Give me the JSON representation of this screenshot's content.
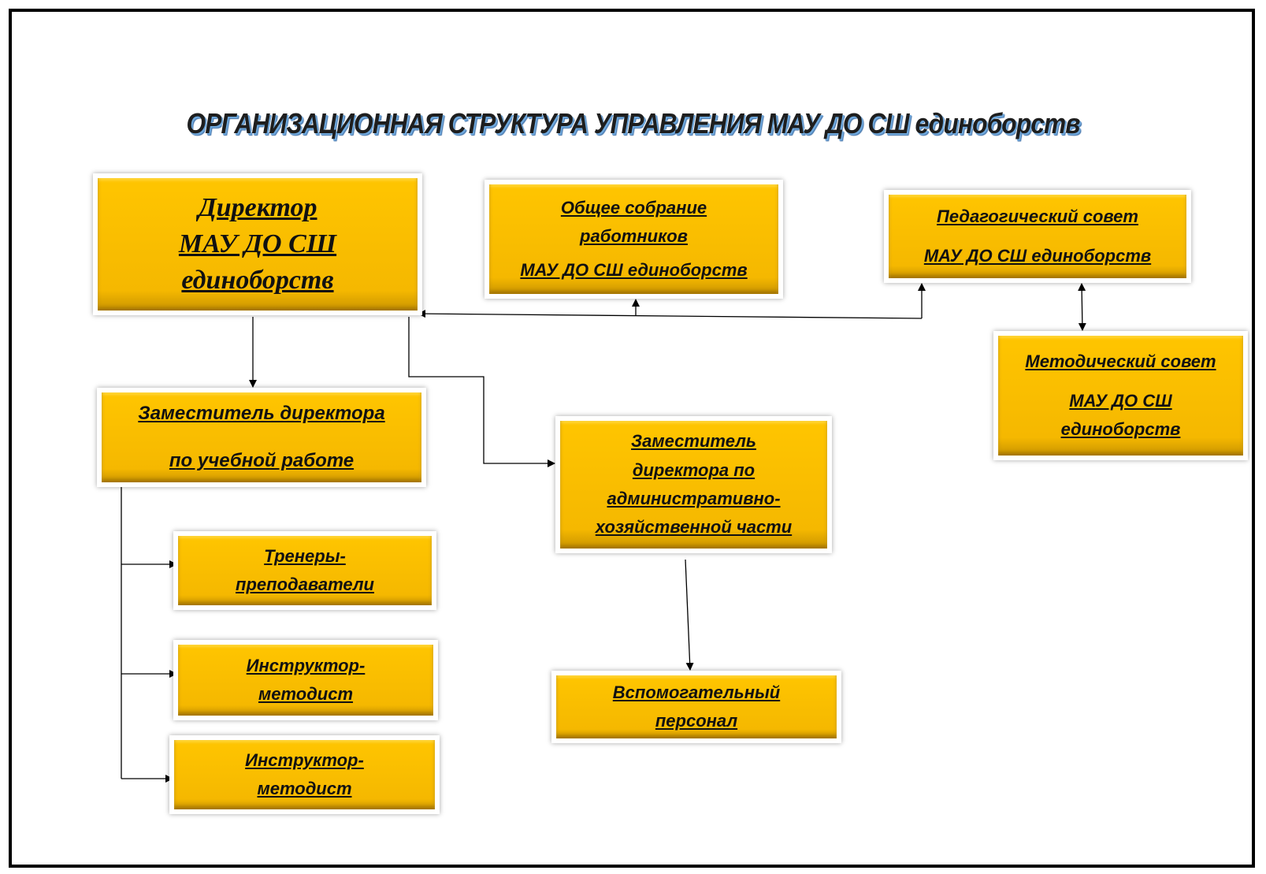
{
  "title": "ОРГАНИЗАЦИОННАЯ СТРУКТУРА УПРАВЛЕНИЯ МАУ ДО СШ единоборств",
  "boxes": {
    "director": [
      "Директор",
      "МАУ ДО СШ",
      "единоборств"
    ],
    "general_meeting": [
      "Общее собрание",
      "работников",
      "МАУ ДО СШ единоборств"
    ],
    "ped_council": [
      "Педагогический совет",
      "МАУ ДО СШ единоборств"
    ],
    "method_council": [
      "Методический совет",
      "МАУ ДО СШ",
      "единоборств"
    ],
    "deputy_edu": [
      "Заместитель директора",
      "по учебной работе"
    ],
    "deputy_admin": [
      "Заместитель",
      "директора по",
      "административно-",
      "хозяйственной части"
    ],
    "coaches": [
      "Тренеры-",
      "преподаватели"
    ],
    "instructor_1": [
      "Инструктор-",
      "методист"
    ],
    "instructor_2": [
      "Инструктор-",
      "методист"
    ],
    "support_staff": [
      "Вспомогательный",
      "персонал"
    ]
  },
  "colors": {
    "box": "#f5b800",
    "line": "#000000"
  }
}
